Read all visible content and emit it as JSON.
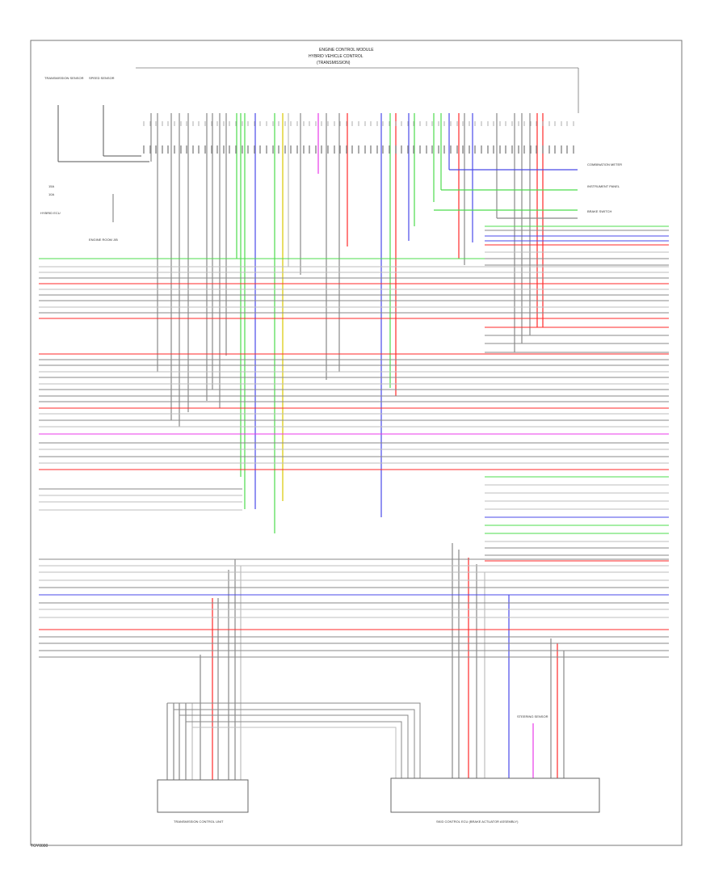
{
  "diagram": {
    "ecu_title": "ENGINE CONTROL MODULE",
    "ecu_subtitle_1": "HYBRID VEHICLE CONTROL",
    "ecu_subtitle_2": "(TRANSMISSION)",
    "top_left_sensor_1": "TRANSMISSION SENSOR",
    "top_left_sensor_2": "SPEED SENSOR",
    "left_fuse_1": "15A",
    "left_fuse_2": "10A",
    "left_note": "HYBRID ECU",
    "left_block": "ENGINE ROOM J/B",
    "right_label_1": "COMBINATION METER",
    "right_label_2": "INSTRUMENT PANEL",
    "right_label_3": "BRAKE SWITCH",
    "bottom_left_module": "TRANSMISSION CONTROL UNIT",
    "bottom_right_module": "SKID CONTROL ECU (BRAKE ACTUATOR ASSEMBLY)",
    "bottom_right_small": "STEERING SENSOR",
    "footer": "TOY0000"
  },
  "colors": {
    "black": "#333333",
    "gray": "#888888",
    "red": "#ff2a2a",
    "green": "#4cdc4c",
    "blue": "#4a4ae8",
    "magenta": "#e83ae8",
    "yellow": "#d8c800",
    "lightgray": "#bdbdbd",
    "frame": "#666666"
  }
}
